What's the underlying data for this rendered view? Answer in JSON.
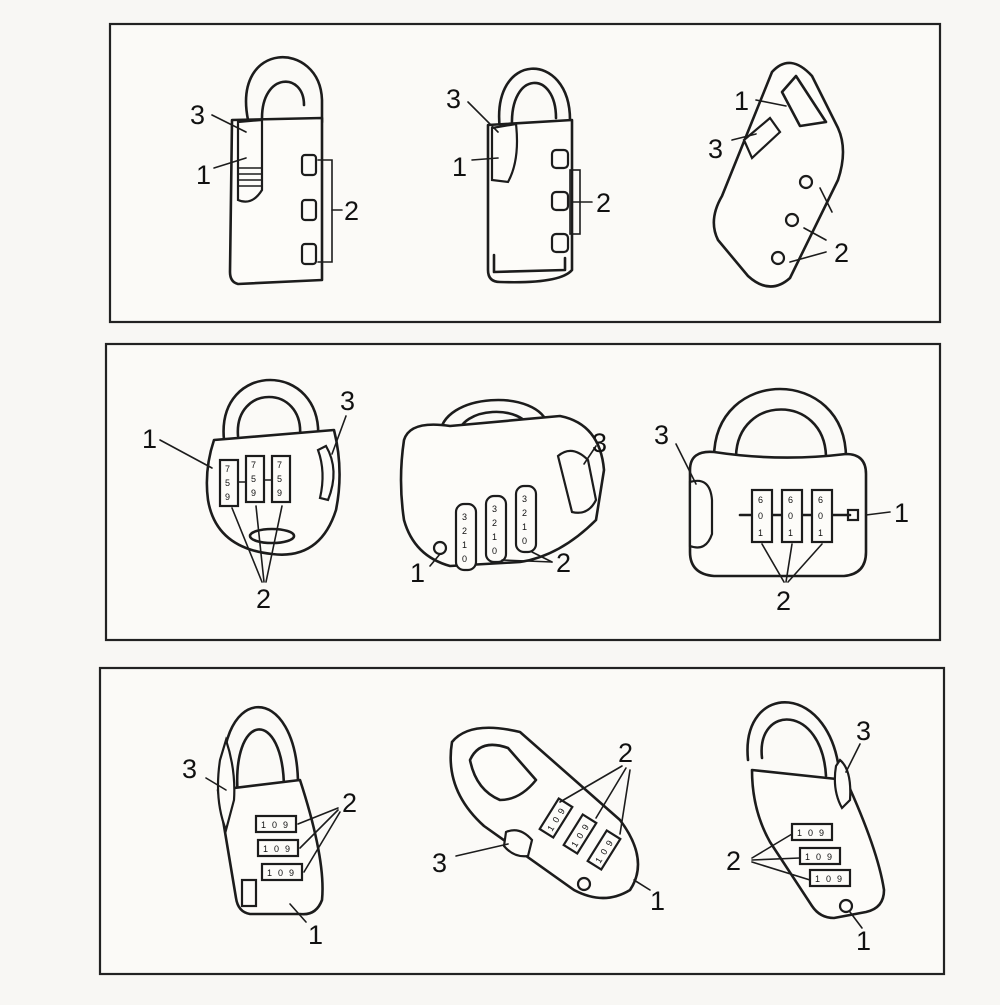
{
  "callouts": {
    "shackle_button": "1",
    "dials": "2",
    "side_part": "3"
  },
  "dial_digits": {
    "a": "7",
    "b": "5",
    "c": "9",
    "d": "3",
    "e": "2",
    "f": "1",
    "g": "0",
    "h": "6",
    "i": "1"
  },
  "colors": {
    "ink": "#1c1c1c",
    "paper": "#fbfaf7"
  }
}
